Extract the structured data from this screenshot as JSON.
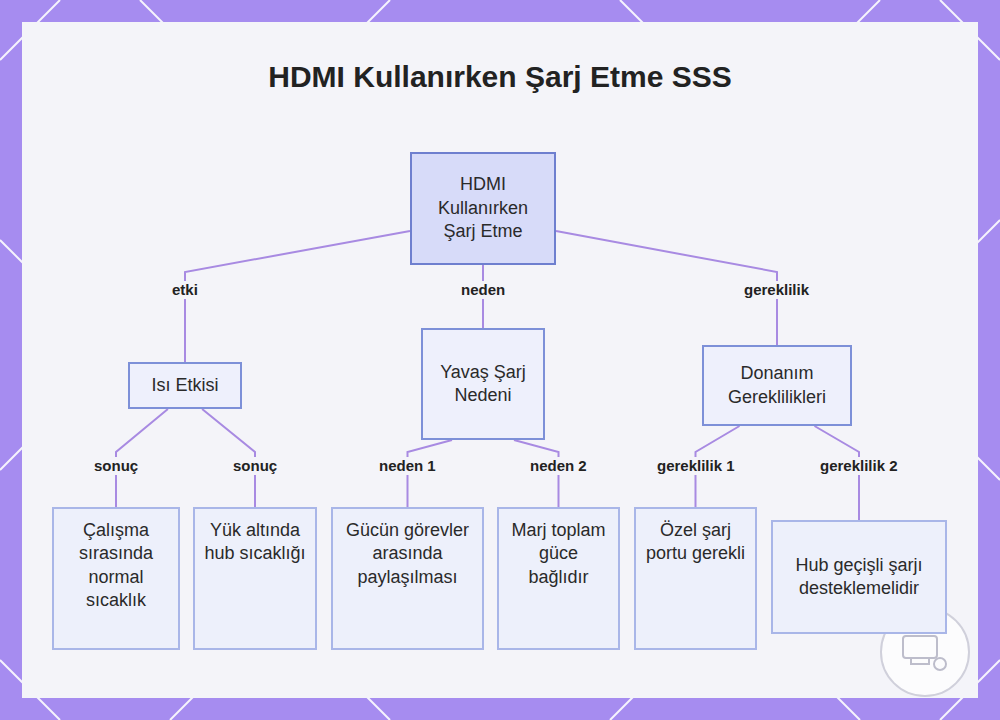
{
  "diagram": {
    "title": "HDMI Kullanırken Şarj Etme SSS",
    "nodes": [
      {
        "text": [
          "HDMI Kullanırken Şarj Etme"
        ]
      },
      {
        "text": [
          "Isı Etkisi"
        ]
      },
      {
        "text": [
          "Yavaş Şarj Nedeni"
        ]
      },
      {
        "text": [
          "Donanım Gereklilikleri"
        ]
      },
      {
        "text": [
          "Çalışma sırasında normal sıcaklık"
        ]
      },
      {
        "text": [
          "Yük altında hub sıcaklığı"
        ]
      },
      {
        "text": [
          "Gücün görevler arasında paylaşılması"
        ]
      },
      {
        "text": [
          "Marj toplam güce bağlıdır"
        ]
      },
      {
        "text": [
          "Özel şarj portu gerekli"
        ]
      },
      {
        "text": [
          "Hub geçişli şarjı desteklemelidir"
        ]
      }
    ],
    "edges": [
      {
        "from": 0,
        "to": 1,
        "label": "etki",
        "arrow": "none"
      },
      {
        "from": 0,
        "to": 2,
        "label": "neden",
        "arrow": "none"
      },
      {
        "from": 0,
        "to": 3,
        "label": "gereklilik",
        "arrow": "none"
      },
      {
        "from": 1,
        "to": 4,
        "label": "sonuç",
        "arrow": "none"
      },
      {
        "from": 1,
        "to": 5,
        "label": "sonuç",
        "arrow": "none"
      },
      {
        "from": 2,
        "to": 6,
        "label": "neden 1",
        "arrow": "none"
      },
      {
        "from": 2,
        "to": 7,
        "label": "neden 2",
        "arrow": "none"
      },
      {
        "from": 3,
        "to": 8,
        "label": "gereklilik 1",
        "arrow": "none"
      },
      {
        "from": 3,
        "to": 9,
        "label": "gereklilik 2",
        "arrow": "none"
      }
    ]
  }
}
